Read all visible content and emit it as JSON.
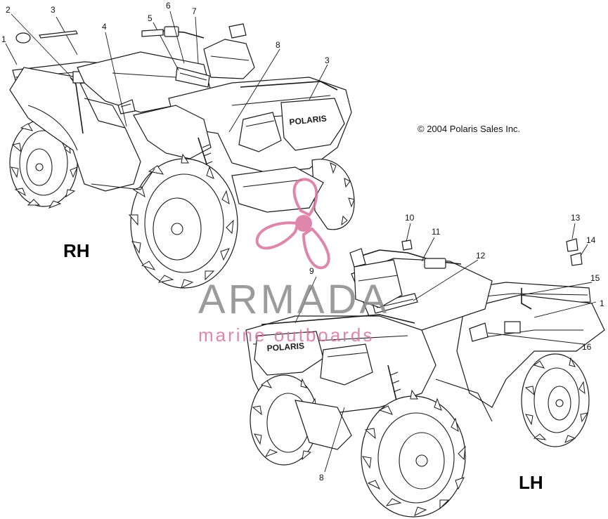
{
  "copyright": "© 2004 Polaris Sales Inc.",
  "sides": {
    "rh": "RH",
    "lh": "LH"
  },
  "brand_text": "POLARIS",
  "watermark": {
    "main": "ARMADA",
    "sub": "marine outboards",
    "accent_color": "#d9739c",
    "text_color": "#8a8a8a"
  },
  "callouts_rh": [
    "1",
    "2",
    "3",
    "4",
    "5",
    "6",
    "7",
    "8",
    "3"
  ],
  "callouts_lh": [
    "9",
    "10",
    "11",
    "12",
    "13",
    "14",
    "15",
    "1",
    "16",
    "8"
  ]
}
